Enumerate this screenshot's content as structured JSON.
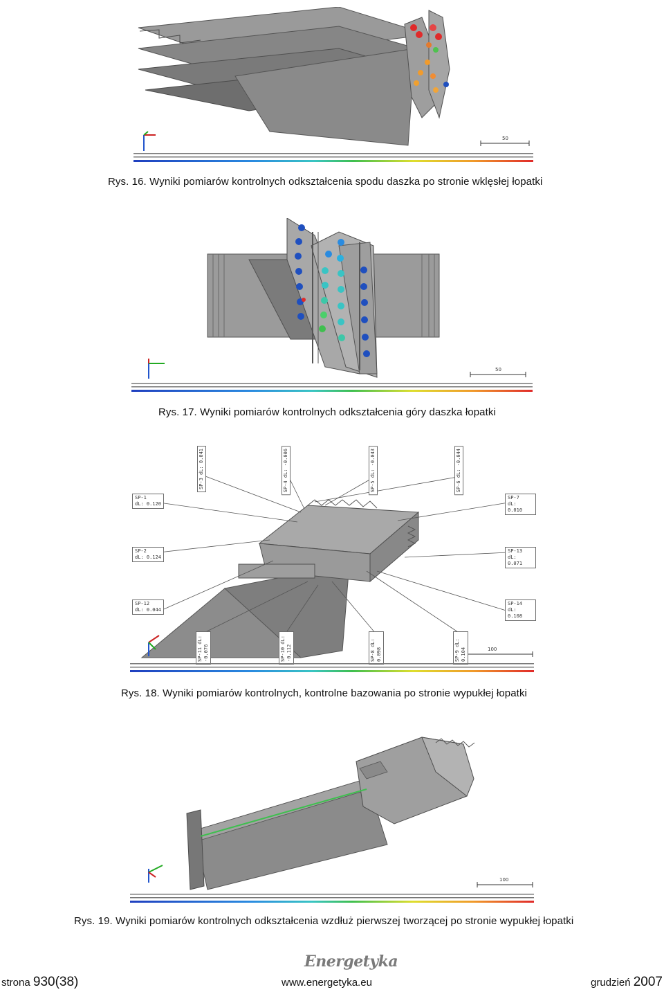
{
  "figures": [
    {
      "id": "rys16",
      "caption": "Rys. 16. Wyniki pomiarów kontrolnych odkształcenia spodu daszka po stronie wklęsłej łopatki",
      "scale_label": "50"
    },
    {
      "id": "rys17",
      "caption": "Rys. 17. Wyniki pomiarów kontrolnych odkształcenia góry daszka łopatki",
      "scale_label": "50"
    },
    {
      "id": "rys18",
      "caption": "Rys. 18. Wyniki pomiarów kontrolnych, kontrolne bazowania po stronie wypukłej łopatki",
      "scale_label": "100",
      "callouts_left": [
        {
          "name": "SP-1",
          "value": "dL: 0.120"
        },
        {
          "name": "SP-2",
          "value": "dL: 0.124"
        },
        {
          "name": "SP-12",
          "value": "dL: 0.044"
        }
      ],
      "callouts_right": [
        {
          "name": "SP-7",
          "value": "dL: 0.010"
        },
        {
          "name": "SP-13",
          "value": "dL: 0.071"
        },
        {
          "name": "SP-14",
          "value": "dL: 0.108"
        }
      ],
      "callouts_top": [
        {
          "name": "SP-3",
          "value": "dL: 0.041"
        },
        {
          "name": "SP-4",
          "value": "dL: -0.006"
        },
        {
          "name": "SP-5",
          "value": "dL: -0.043"
        },
        {
          "name": "SP-6",
          "value": "dL: -0.044"
        }
      ],
      "callouts_bottom": [
        {
          "name": "SP-11",
          "value": "dL: -0.076"
        },
        {
          "name": "SP-10",
          "value": "dL: -0.112"
        },
        {
          "name": "SP-8",
          "value": "dL: 0.098"
        },
        {
          "name": "SP-9",
          "value": "dL: 0.104"
        }
      ]
    },
    {
      "id": "rys19",
      "caption": "Rys. 19. Wyniki pomiarów kontrolnych odkształcenia wzdłuż pierwszej tworzącej po stronie wypukłej łopatki",
      "scale_label": "100"
    }
  ],
  "logo": "Energetyka",
  "footer": {
    "page_prefix": "strona",
    "page_number": "930(38)",
    "website": "www.energetyka.eu",
    "month": "grudzień",
    "year": "2007"
  },
  "colors": {
    "metal": "#8e8e8e",
    "metal_dark": "#5f5f5f",
    "metal_light": "#b4b4b4",
    "deviation_low": "#1f4fbf",
    "deviation_mid": "#39c4c4",
    "deviation_high": "#e02a2a"
  }
}
